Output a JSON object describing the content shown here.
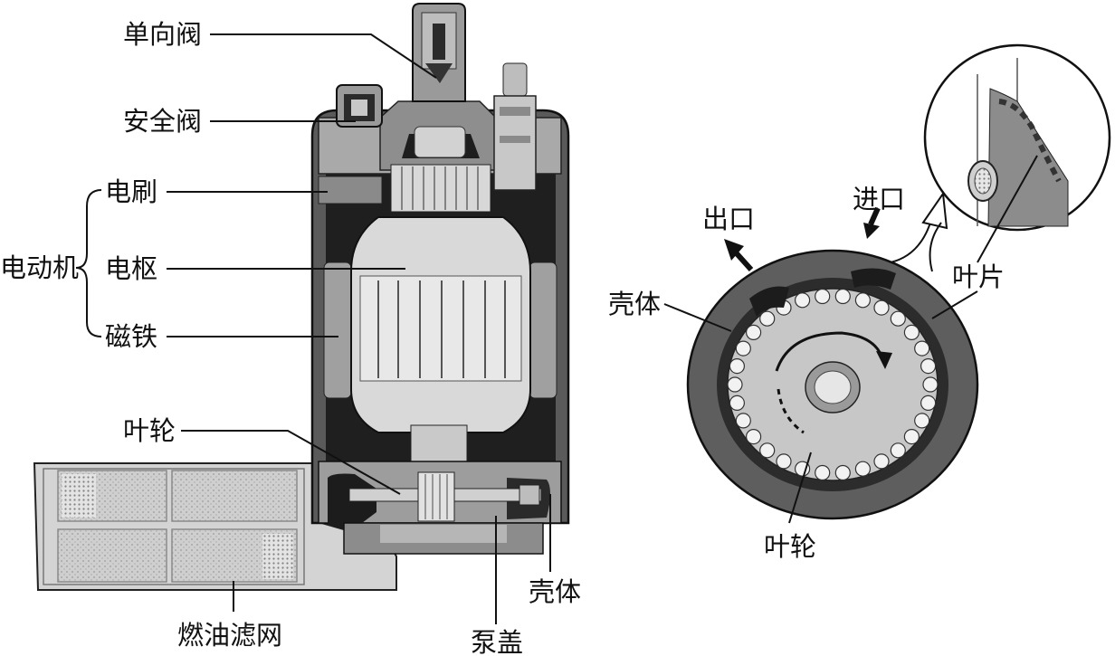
{
  "left_figure": {
    "labels": {
      "check_valve": "单向阀",
      "safety_valve": "安全阀",
      "motor": "电动机",
      "brush": "电刷",
      "armature": "电枢",
      "magnet": "磁铁",
      "impeller": "叶轮",
      "fuel_filter": "燃油滤网",
      "pump_cover": "泵盖",
      "housing": "壳体"
    }
  },
  "right_figure": {
    "labels": {
      "outlet": "出口",
      "inlet": "进口",
      "housing": "壳体",
      "blade": "叶片",
      "impeller": "叶轮"
    }
  },
  "colors": {
    "dark_metal": "#2a2a2a",
    "mid_metal": "#5f5f5f",
    "light_metal": "#c4c4c4",
    "filter": "#d6d6d6",
    "line": "#111111"
  }
}
